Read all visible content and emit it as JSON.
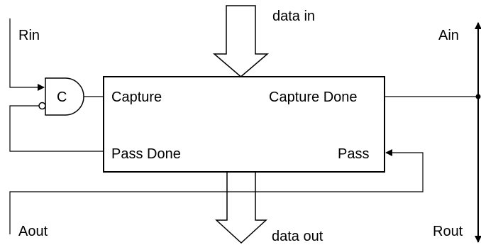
{
  "labels": {
    "rin": "Rin",
    "data_in": "data in",
    "ain": "Ain",
    "c_gate": "C",
    "capture": "Capture",
    "capture_done": "Capture Done",
    "pass_done": "Pass Done",
    "pass": "Pass",
    "aout": "Aout",
    "data_out": "data out",
    "rout": "Rout"
  },
  "colors": {
    "stroke": "#000000",
    "background": "#ffffff"
  }
}
